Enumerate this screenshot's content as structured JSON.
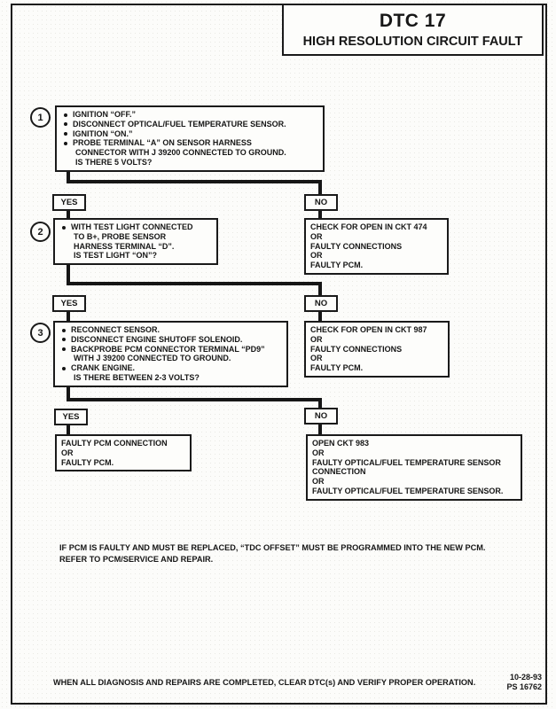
{
  "header": {
    "title": "DTC 17",
    "subtitle": "HIGH RESOLUTION CIRCUIT FAULT"
  },
  "labels": {
    "yes": "YES",
    "no": "NO"
  },
  "flow": {
    "step1": {
      "number": "1",
      "lines": [
        "IGNITION “OFF.”",
        "DISCONNECT OPTICAL/FUEL TEMPERATURE SENSOR.",
        "IGNITION “ON.”",
        "PROBE TERMINAL “A” ON SENSOR HARNESS",
        "CONNECTOR WITH J 39200 CONNECTED TO GROUND.",
        "IS THERE 5 VOLTS?"
      ]
    },
    "no1": {
      "lines": [
        "CHECK FOR OPEN IN CKT 474",
        "OR",
        "FAULTY CONNECTIONS",
        "OR",
        "FAULTY PCM."
      ]
    },
    "step2": {
      "number": "2",
      "lines": [
        "WITH TEST LIGHT CONNECTED",
        "TO B+, PROBE SENSOR",
        "HARNESS TERMINAL “D”.",
        "IS TEST LIGHT “ON”?"
      ]
    },
    "no2": {
      "lines": [
        "CHECK FOR OPEN IN CKT 987",
        "OR",
        "FAULTY CONNECTIONS",
        "OR",
        "FAULTY PCM."
      ]
    },
    "step3": {
      "number": "3",
      "lines": [
        "RECONNECT SENSOR.",
        "DISCONNECT ENGINE SHUTOFF SOLENOID.",
        "BACKPROBE PCM CONNECTOR TERMINAL “PD9”",
        "WITH J 39200 CONNECTED TO GROUND.",
        "CRANK ENGINE.",
        "IS THERE BETWEEN 2-3 VOLTS?"
      ]
    },
    "yes_final": {
      "lines": [
        "FAULTY PCM CONNECTION",
        "OR",
        "FAULTY PCM."
      ]
    },
    "no3": {
      "lines": [
        "OPEN CKT 983",
        "OR",
        "FAULTY OPTICAL/FUEL TEMPERATURE SENSOR",
        "CONNECTION",
        "OR",
        "FAULTY OPTICAL/FUEL TEMPERATURE SENSOR."
      ]
    }
  },
  "note": {
    "line1": "IF PCM IS FAULTY AND MUST BE REPLACED, “TDC OFFSET” MUST BE PROGRAMMED INTO THE NEW PCM.",
    "line2": "REFER TO PCM/SERVICE AND REPAIR."
  },
  "footer": {
    "text": "WHEN ALL DIAGNOSIS AND REPAIRS ARE COMPLETED, CLEAR DTC(s) AND VERIFY PROPER OPERATION.",
    "date": "10-28-93",
    "doc": "PS 16762"
  }
}
